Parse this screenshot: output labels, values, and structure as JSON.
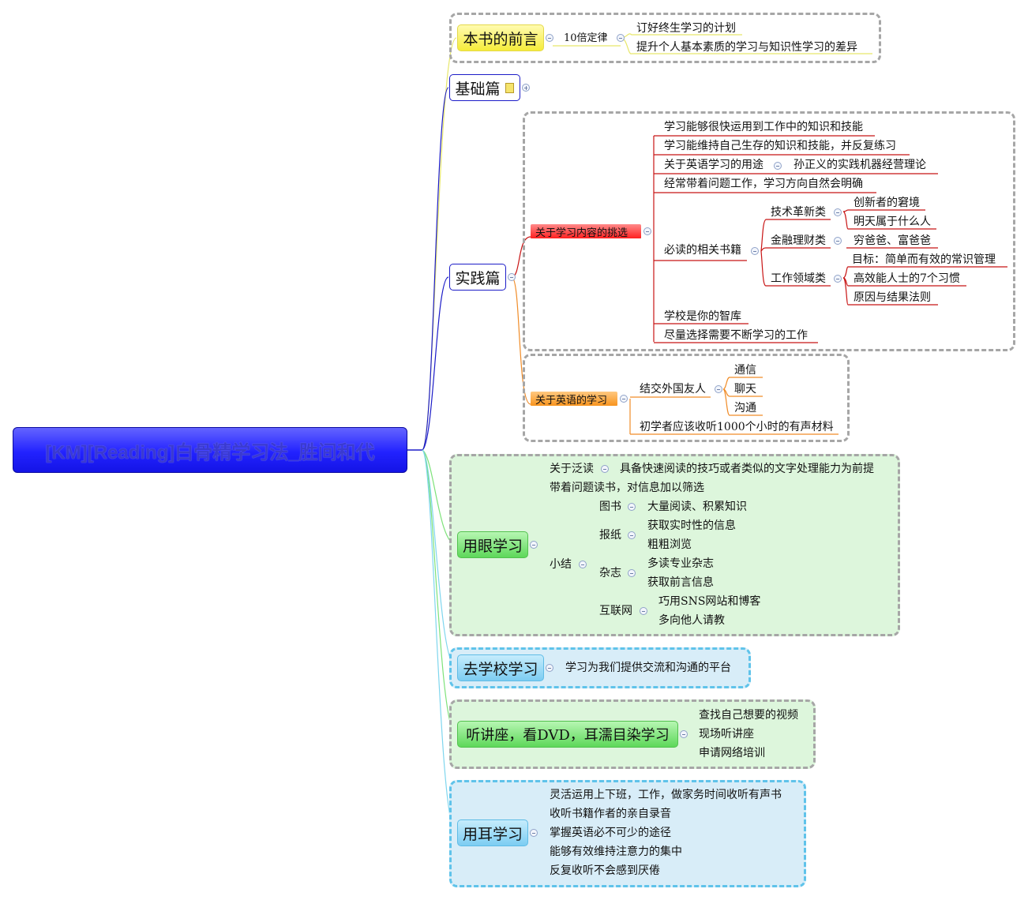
{
  "root": {
    "label": "[KM][Reading]白骨精学习法_胜间和代"
  },
  "preface": {
    "label": "本书的前言",
    "rule": "10倍定律",
    "items": [
      "订好终生学习的计划",
      "提升个人基本素质的学习与知识性学习的差异"
    ]
  },
  "basics": {
    "label": "基础篇"
  },
  "practice": {
    "label": "实践篇",
    "content": {
      "label": "关于学习内容的挑选",
      "items": [
        "学习能够很快运用到工作中的知识和技能",
        "学习能维持自己生存的知识和技能，并反复练习",
        "关于英语学习的用途",
        "孙正义的实践机器经营理论",
        "经常带着问题工作，学习方向自然会明确",
        "必读的相关书籍",
        "学校是你的智库",
        "尽量选择需要不断学习的工作"
      ],
      "books": [
        {
          "label": "技术革新类",
          "items": [
            "创新者的窘境",
            "明天属于什么人"
          ]
        },
        {
          "label": "金融理财类",
          "items": [
            "穷爸爸、富爸爸"
          ]
        },
        {
          "label": "工作领域类",
          "items": [
            "目标：简单而有效的常识管理",
            "高效能人士的7个习惯",
            "原因与结果法则"
          ]
        }
      ]
    },
    "english": {
      "label": "关于英语的学习",
      "friend": "结交外国友人",
      "friend_items": [
        "通信",
        "聊天",
        "沟通"
      ],
      "listen": "初学者应该收听1000个小时的有声材料"
    }
  },
  "eyes": {
    "label": "用眼学习",
    "skim": "关于泛读",
    "skim_item": "具备快速阅读的技巧或者类似的文字处理能力为前提",
    "question": "带着问题读书，对信息加以筛选",
    "summary": "小结",
    "groups": [
      {
        "label": "图书",
        "items": [
          "大量阅读、积累知识"
        ]
      },
      {
        "label": "报纸",
        "items": [
          "获取实时性的信息",
          "粗粗浏览"
        ]
      },
      {
        "label": "杂志",
        "items": [
          "多读专业杂志",
          "获取前言信息"
        ]
      },
      {
        "label": "互联网",
        "items": [
          "巧用SNS网站和博客",
          "多向他人请教"
        ]
      }
    ]
  },
  "school": {
    "label": "去学校学习",
    "item": "学习为我们提供交流和沟通的平台"
  },
  "lecture": {
    "label": "听讲座，看DVD，耳濡目染学习",
    "items": [
      "查找自己想要的视频",
      "现场听讲座",
      "申请网络培训"
    ]
  },
  "ears": {
    "label": "用耳学习",
    "items": [
      "灵活运用上下班，工作，做家务时间收听有声书",
      "收听书籍作者的亲自录音",
      "掌握英语必不可少的途径",
      "能够有效维持注意力的集中",
      "反复收听不会感到厌倦"
    ]
  },
  "colors": {
    "root": "#1f1fff",
    "branch_blue": "#1c1cc8",
    "branch_red": "#c81414",
    "branch_orange": "#f08c28",
    "branch_green": "#7ee27a",
    "branch_cyan": "#7fd6ee",
    "preface_fill": "#fbf36b",
    "node_green": "#66e060",
    "node_blue": "#8dd6f6"
  }
}
